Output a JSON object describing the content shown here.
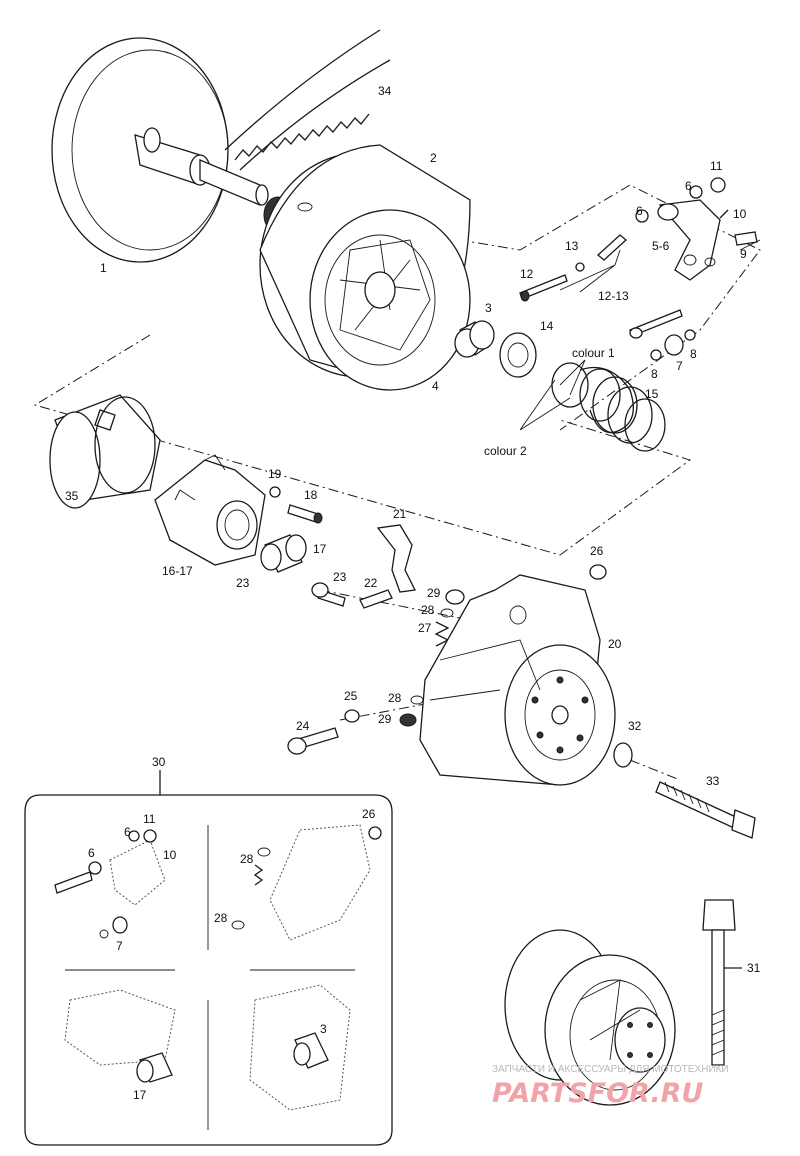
{
  "labels": {
    "l1": "1",
    "l2": "2",
    "l3": "3",
    "l4": "4",
    "l5_6": "5-6",
    "l6a": "6",
    "l6b": "6",
    "l7": "7",
    "l8a": "8",
    "l8b": "8",
    "l9": "9",
    "l10": "10",
    "l11": "11",
    "l12": "12",
    "l13": "13",
    "l12_13": "12-13",
    "l14": "14",
    "l15": "15",
    "colour1": "colour 1",
    "colour2": "colour 2",
    "l16_17": "16-17",
    "l17": "17",
    "l18": "18",
    "l19": "19",
    "l20": "20",
    "l21": "21",
    "l22": "22",
    "l23a": "23",
    "l23b": "23",
    "l24": "24",
    "l25": "25",
    "l26": "26",
    "l27": "27",
    "l28a": "28",
    "l28b": "28",
    "l29a": "29",
    "l29b": "29",
    "l30": "30",
    "l31": "31",
    "l32": "32",
    "l33": "33",
    "l34": "34",
    "l35": "35"
  },
  "inset": {
    "i11": "11",
    "i6a": "6",
    "i6b": "6",
    "i10": "10",
    "i7": "7",
    "i26": "26",
    "i28a": "28",
    "i28b": "28",
    "i3": "3",
    "i17": "17"
  },
  "watermark": {
    "caption": "ЗАПЧАСТИ И АКСЕССУАРЫ ДЛЯ МОТОТЕХНИКИ",
    "brand": "PARTSFOR.RU"
  },
  "colors": {
    "line": "#1a1a1a",
    "watermark": "#f2a3a8"
  }
}
